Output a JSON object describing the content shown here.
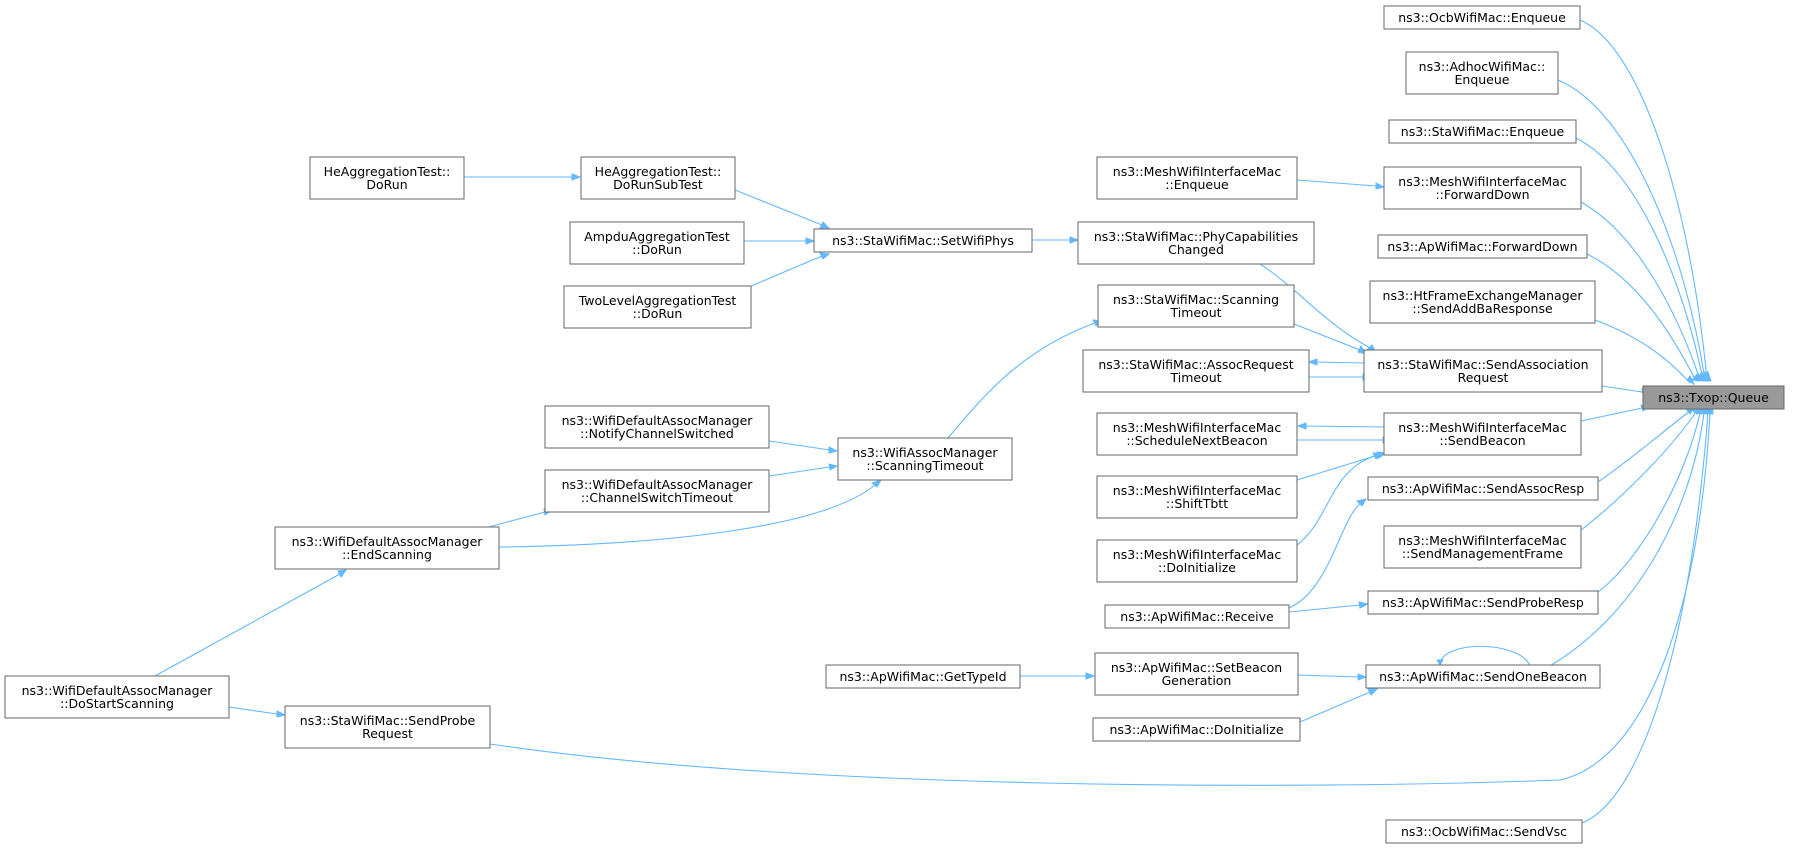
{
  "diagram": {
    "root": "n_queue",
    "colors": {
      "edge": "#63b8ff",
      "node_border": "#666666",
      "root_fill": "#999999",
      "node_fill": "#ffffff"
    },
    "nodes": [
      {
        "id": "n_queue",
        "lines": [
          "ns3::Txop::Queue"
        ]
      },
      {
        "id": "n_ocb_enq",
        "lines": [
          "ns3::OcbWifiMac::Enqueue"
        ]
      },
      {
        "id": "n_adhoc_enq",
        "lines": [
          "ns3::AdhocWifiMac::",
          "Enqueue"
        ]
      },
      {
        "id": "n_sta_enq",
        "lines": [
          "ns3::StaWifiMac::Enqueue"
        ]
      },
      {
        "id": "n_mesh_fwd",
        "lines": [
          "ns3::MeshWifiInterfaceMac",
          "::ForwardDown"
        ]
      },
      {
        "id": "n_ap_fwd",
        "lines": [
          "ns3::ApWifiMac::ForwardDown"
        ]
      },
      {
        "id": "n_ht_addba",
        "lines": [
          "ns3::HtFrameExchangeManager",
          "::SendAddBaResponse"
        ]
      },
      {
        "id": "n_sta_sendassoc",
        "lines": [
          "ns3::StaWifiMac::SendAssociation",
          "Request"
        ]
      },
      {
        "id": "n_mesh_sendbeacon",
        "lines": [
          "ns3::MeshWifiInterfaceMac",
          "::SendBeacon"
        ]
      },
      {
        "id": "n_ap_assocresp",
        "lines": [
          "ns3::ApWifiMac::SendAssocResp"
        ]
      },
      {
        "id": "n_mesh_mgmt",
        "lines": [
          "ns3::MeshWifiInterfaceMac",
          "::SendManagementFrame"
        ]
      },
      {
        "id": "n_ap_proberesp",
        "lines": [
          "ns3::ApWifiMac::SendProbeResp"
        ]
      },
      {
        "id": "n_ap_onebeacon",
        "lines": [
          "ns3::ApWifiMac::SendOneBeacon"
        ]
      },
      {
        "id": "n_ocb_vsc",
        "lines": [
          "ns3::OcbWifiMac::SendVsc"
        ]
      },
      {
        "id": "n_mesh_enq",
        "lines": [
          "ns3::MeshWifiInterfaceMac",
          "::Enqueue"
        ]
      },
      {
        "id": "n_sta_phycap",
        "lines": [
          "ns3::StaWifiMac::PhyCapabilities",
          "Changed"
        ]
      },
      {
        "id": "n_sta_scantimeout",
        "lines": [
          "ns3::StaWifiMac::Scanning",
          "Timeout"
        ]
      },
      {
        "id": "n_sta_assoctimeout",
        "lines": [
          "ns3::StaWifiMac::AssocRequest",
          "Timeout"
        ]
      },
      {
        "id": "n_mesh_schednext",
        "lines": [
          "ns3::MeshWifiInterfaceMac",
          "::ScheduleNextBeacon"
        ]
      },
      {
        "id": "n_mesh_shift",
        "lines": [
          "ns3::MeshWifiInterfaceMac",
          "::ShiftTbtt"
        ]
      },
      {
        "id": "n_mesh_doinit",
        "lines": [
          "ns3::MeshWifiInterfaceMac",
          "::DoInitialize"
        ]
      },
      {
        "id": "n_ap_receive",
        "lines": [
          "ns3::ApWifiMac::Receive"
        ]
      },
      {
        "id": "n_ap_setbeacon",
        "lines": [
          "ns3::ApWifiMac::SetBeacon",
          "Generation"
        ]
      },
      {
        "id": "n_ap_doinit",
        "lines": [
          "ns3::ApWifiMac::DoInitialize"
        ]
      },
      {
        "id": "n_ap_gettypeid",
        "lines": [
          "ns3::ApWifiMac::GetTypeId"
        ]
      },
      {
        "id": "n_sta_setphys",
        "lines": [
          "ns3::StaWifiMac::SetWifiPhys"
        ]
      },
      {
        "id": "n_he_subtest",
        "lines": [
          "HeAggregationTest::",
          "DoRunSubTest"
        ]
      },
      {
        "id": "n_he_dorun",
        "lines": [
          "HeAggregationTest::",
          "DoRun"
        ]
      },
      {
        "id": "n_ampdu_dorun",
        "lines": [
          "AmpduAggregationTest",
          "::DoRun"
        ]
      },
      {
        "id": "n_twolevel_dorun",
        "lines": [
          "TwoLevelAggregationTest",
          "::DoRun"
        ]
      },
      {
        "id": "n_wam_scantimeout",
        "lines": [
          "ns3::WifiAssocManager",
          "::ScanningTimeout"
        ]
      },
      {
        "id": "n_wdam_notify",
        "lines": [
          "ns3::WifiDefaultAssocManager",
          "::NotifyChannelSwitched"
        ]
      },
      {
        "id": "n_wdam_chswitch",
        "lines": [
          "ns3::WifiDefaultAssocManager",
          "::ChannelSwitchTimeout"
        ]
      },
      {
        "id": "n_wdam_endscan",
        "lines": [
          "ns3::WifiDefaultAssocManager",
          "::EndScanning"
        ]
      },
      {
        "id": "n_wdam_dostart",
        "lines": [
          "ns3::WifiDefaultAssocManager",
          "::DoStartScanning"
        ]
      },
      {
        "id": "n_sta_sendprobe",
        "lines": [
          "ns3::StaWifiMac::SendProbe",
          "Request"
        ]
      }
    ]
  }
}
